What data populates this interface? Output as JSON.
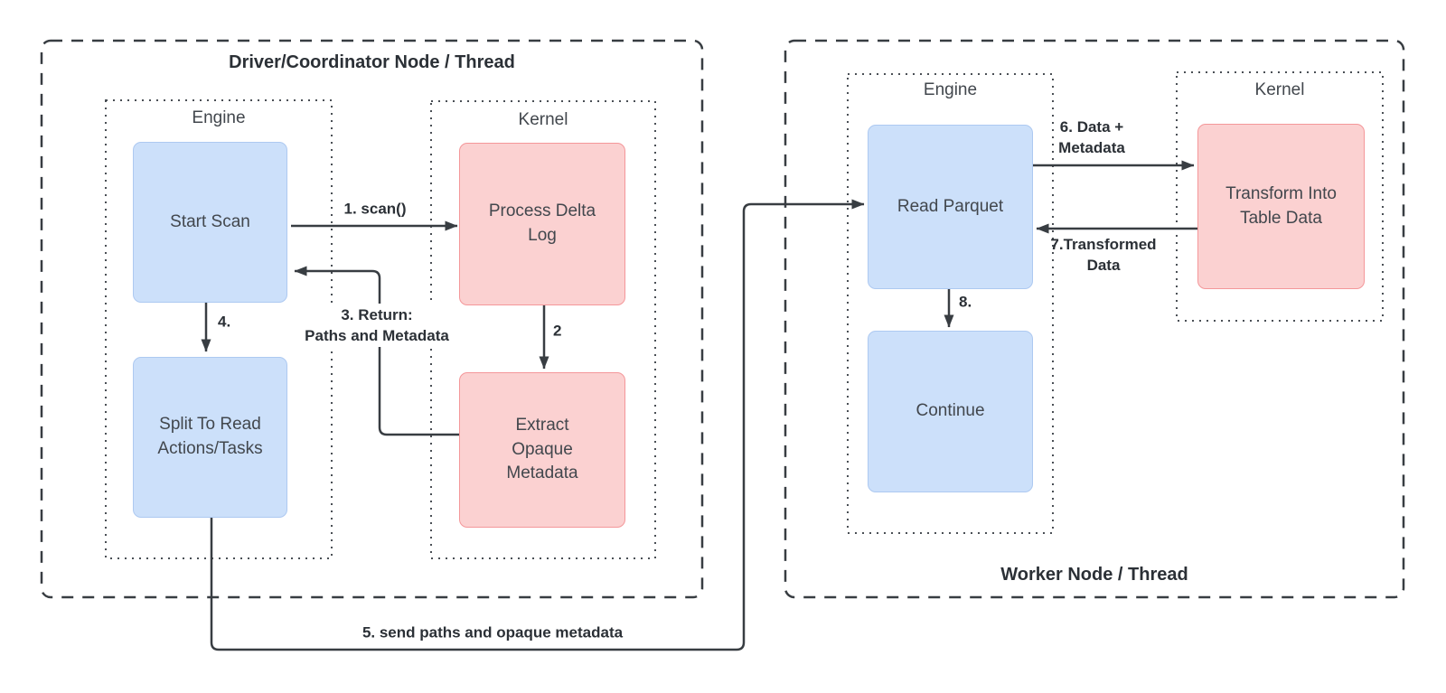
{
  "diagram": {
    "driver": {
      "title": "Driver/Coordinator Node / Thread",
      "engine": {
        "label": "Engine",
        "nodes": {
          "start_scan": {
            "label": "Start Scan"
          },
          "split_tasks": {
            "label": "Split To Read Actions/Tasks"
          }
        }
      },
      "kernel": {
        "label": "Kernel",
        "nodes": {
          "process_delta_log": {
            "label": "Process Delta Log"
          },
          "extract_opaque_metadata": {
            "label": "Extract Opaque Metadata"
          }
        }
      }
    },
    "worker": {
      "title": "Worker Node / Thread",
      "engine": {
        "label": "Engine",
        "nodes": {
          "read_parquet": {
            "label": "Read Parquet"
          },
          "continue": {
            "label": "Continue"
          }
        }
      },
      "kernel": {
        "label": "Kernel",
        "nodes": {
          "transform_into_table_data": {
            "label": "Transform Into Table Data"
          }
        }
      }
    },
    "edges": {
      "e1": {
        "label": "1. scan()"
      },
      "e2": {
        "label": "2"
      },
      "e3": {
        "label": "3. Return:\nPaths and Metadata"
      },
      "e4": {
        "label": "4."
      },
      "e5": {
        "label": "5. send paths and opaque metadata"
      },
      "e6": {
        "label": "6. Data +\nMetadata"
      },
      "e7": {
        "label": "7.Transformed\nData"
      },
      "e8": {
        "label": "8."
      }
    },
    "colors": {
      "engine_fill": "#cce0fa",
      "engine_stroke": "#adc9f1",
      "kernel_fill": "#fbd1d1",
      "kernel_stroke": "#f4979a",
      "line": "#383d42",
      "text": "#42474d",
      "title": "#2b3036",
      "dotted_stroke": "#4a4f55"
    }
  }
}
